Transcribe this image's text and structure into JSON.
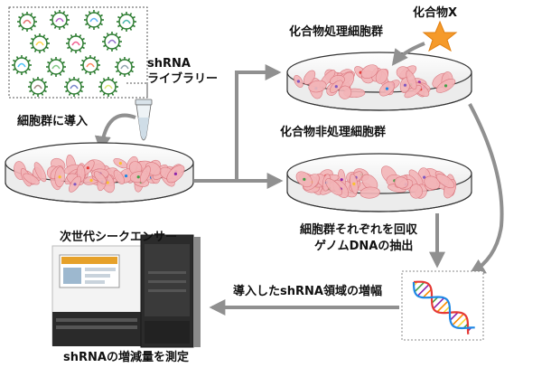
{
  "labels": {
    "library_name_line1": "shRNA",
    "library_name_line2": "ライブラリー",
    "introduce": "細胞群に導入",
    "compound_x": "化合物X",
    "treated_group": "化合物処理細胞群",
    "untreated_group": "化合物非処理細胞群",
    "collect_line1": "細胞群それぞれを回収",
    "collect_line2": "ゲノムDNAの抽出",
    "amplify": "導入したshRNA領域の増幅",
    "sequencer": "次世代シークエンサー",
    "measure": "shRNAの増減量を測定"
  },
  "colors": {
    "arrow": "#909090",
    "dish_edge": "#333333",
    "cell_fill": "#f3b5b8",
    "cell_stroke": "#d87078",
    "virus_spike": "#2e7d32",
    "star": "#f59a2a",
    "dna_strand_a": "#e53935",
    "dna_strand_b": "#1e88e5"
  },
  "icons": {
    "virus": "virus-particle-icon",
    "tube": "microtube-icon",
    "star": "star-icon",
    "dna": "dna-helix-icon",
    "sequencer": "sequencer-machine-icon"
  }
}
